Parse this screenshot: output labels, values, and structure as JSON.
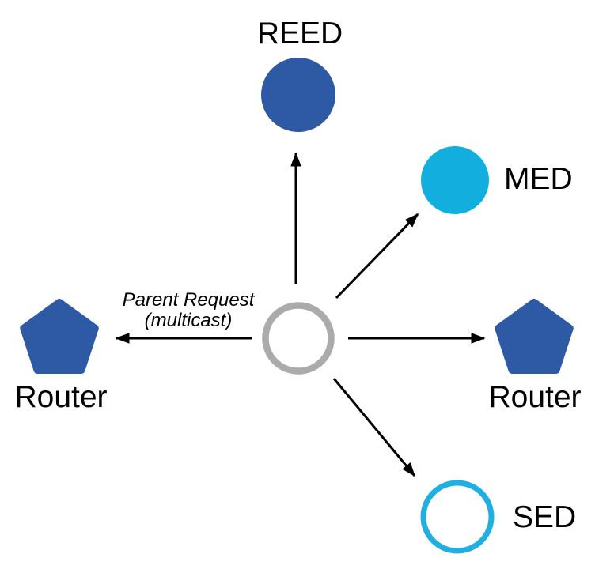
{
  "diagram": {
    "annotation": {
      "line1": "Parent Request",
      "line2": "(multicast)"
    },
    "nodes": {
      "reed": {
        "label": "REED",
        "shape": "circle",
        "style": "filled"
      },
      "med": {
        "label": "MED",
        "shape": "circle",
        "style": "filled"
      },
      "router_left": {
        "label": "Router",
        "shape": "pentagon",
        "style": "filled"
      },
      "router_right": {
        "label": "Router",
        "shape": "pentagon",
        "style": "filled"
      },
      "sed": {
        "label": "SED",
        "shape": "circle",
        "style": "outlined"
      },
      "center": {
        "label": "",
        "shape": "circle",
        "style": "outlined-gray"
      }
    },
    "edges": [
      {
        "from": "center",
        "to": "reed",
        "type": "arrow"
      },
      {
        "from": "center",
        "to": "med",
        "type": "arrow"
      },
      {
        "from": "center",
        "to": "router_right",
        "type": "arrow"
      },
      {
        "from": "center",
        "to": "sed",
        "type": "arrow"
      },
      {
        "from": "center",
        "to": "router_left",
        "type": "arrow",
        "label": "Parent Request (multicast)"
      }
    ]
  },
  "colors": {
    "node_blue": "#2E5AA5",
    "node_cyan": "#12AEDE",
    "sed_cyan_stroke": "#1FAFE0",
    "center_gray_stroke": "#ABABAB",
    "node_white_fill": "#FFFFFF",
    "arrow": "#000000",
    "label_text": "#000000"
  }
}
